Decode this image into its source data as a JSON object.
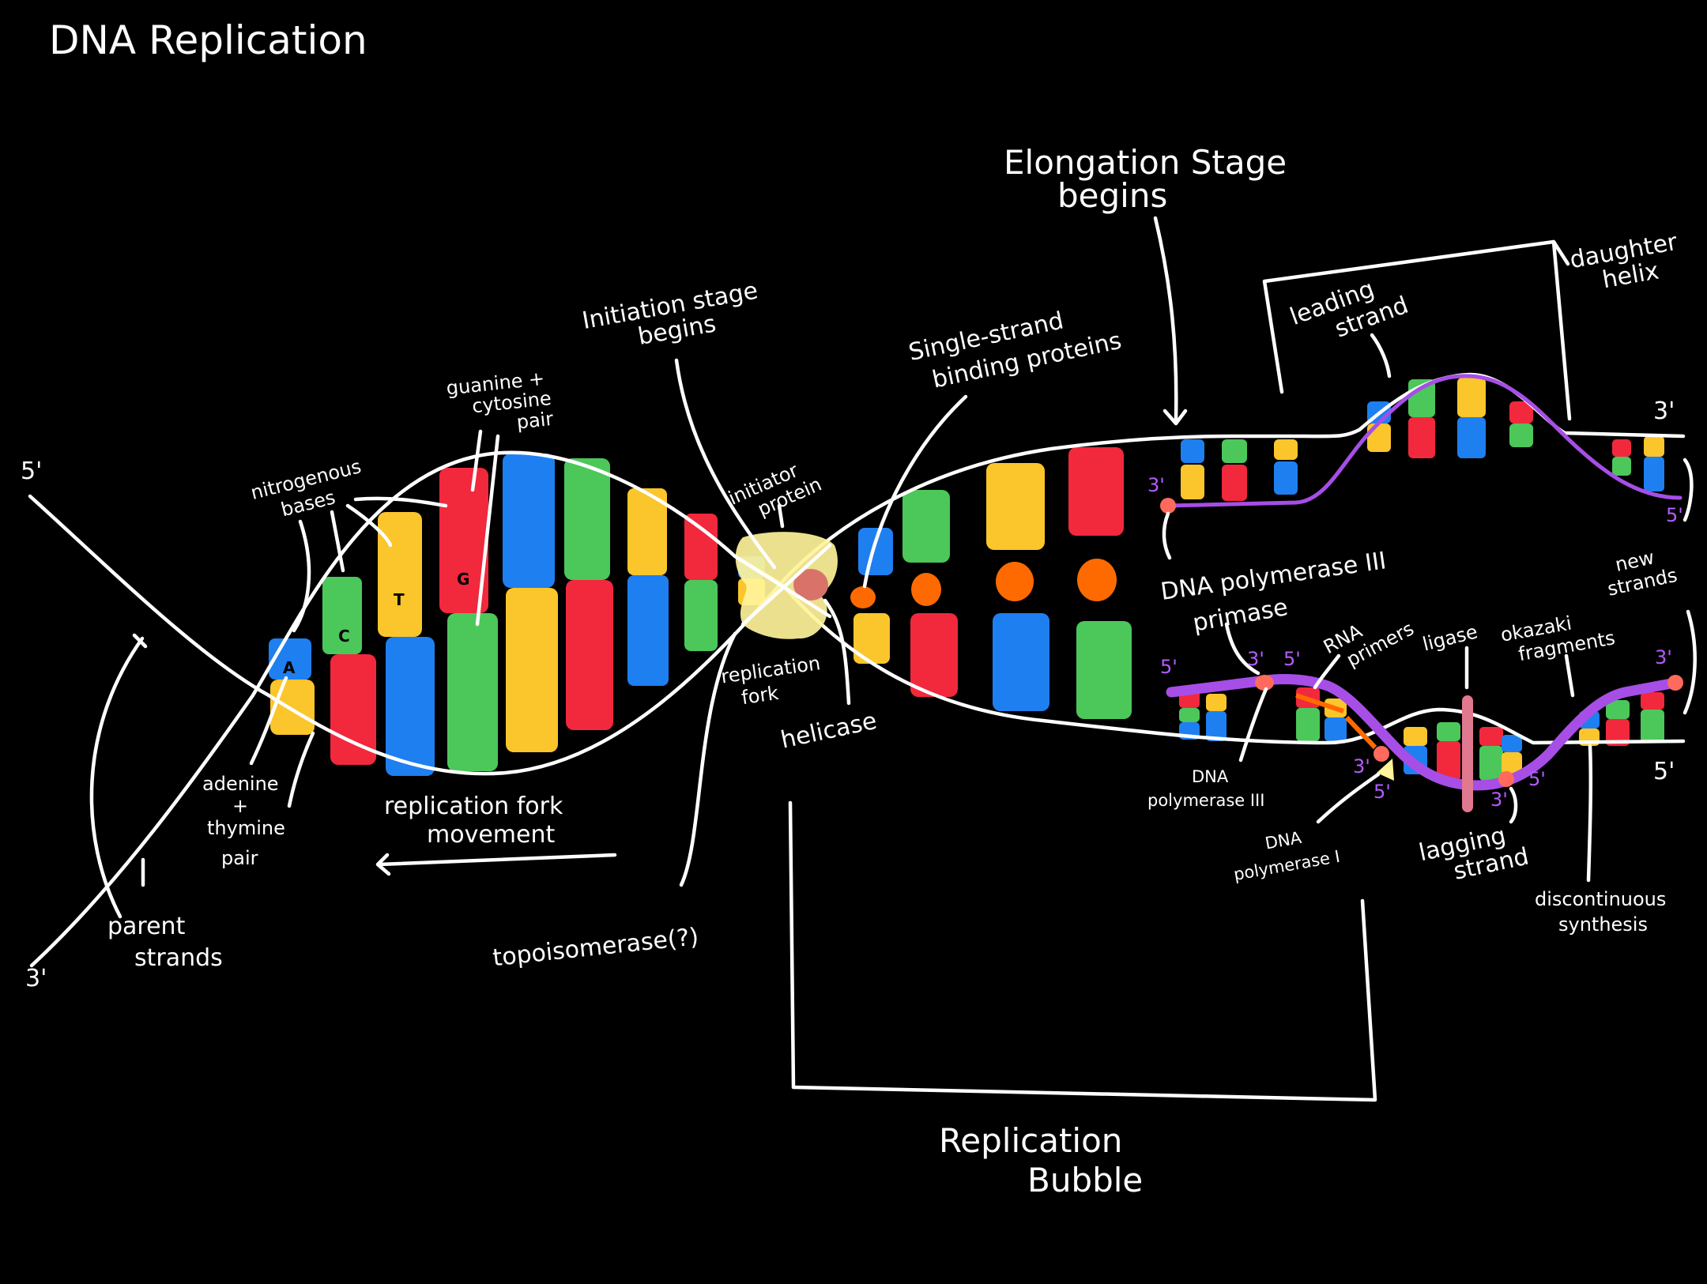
{
  "title": "DNA Replication",
  "colors": {
    "adenine_blue": "#1e7ff0",
    "thymine_yellow": "#fbc52c",
    "guanine_red": "#f2283c",
    "cytosine_green": "#4cc75a",
    "strand_white": "#ffffff",
    "new_strand_purple": "#a64ee6",
    "protein_orange": "#ff6a00",
    "initiator_yellow": "#fff39a",
    "helicase_pink": "#d9736a",
    "ligase_pink": "#e07890"
  },
  "base_letters": {
    "a": "A",
    "c": "C",
    "t": "T",
    "g": "G"
  },
  "labels": {
    "nitrogenous_bases": [
      "nitrogenous",
      "bases"
    ],
    "guanine_cytosine_pair": [
      "guanine +",
      "cytosine",
      "pair"
    ],
    "adenine_thymine_pair": [
      "adenine",
      "+",
      "thymine",
      "pair"
    ],
    "parent_strands": [
      "parent",
      "strands"
    ],
    "replication_fork_movement": [
      "replication fork",
      "movement"
    ],
    "topoisomerase": "topoisomerase(?)",
    "initiation_stage": [
      "Initiation stage",
      "begins"
    ],
    "initiator_protein": [
      "initiator",
      "protein"
    ],
    "replication_fork": [
      "replication",
      "fork"
    ],
    "helicase": "helicase",
    "single_strand_binding": [
      "Single-strand",
      "binding proteins"
    ],
    "elongation_stage": [
      "Elongation Stage",
      "begins"
    ],
    "leading_strand": [
      "leading",
      "strand"
    ],
    "daughter_helix": [
      "daughter",
      "helix"
    ],
    "dna_polymerase_iii_top": "DNA polymerase III",
    "new_strands": [
      "new",
      "strands"
    ],
    "primase": "primase",
    "rna_primers": [
      "RNA",
      "primers"
    ],
    "ligase": "ligase",
    "okazaki_fragments": [
      "okazaki",
      "fragments"
    ],
    "dna_polymerase_iii_bottom": [
      "DNA",
      "polymerase III"
    ],
    "dna_polymerase_i": [
      "DNA",
      "polymerase I"
    ],
    "lagging_strand": [
      "lagging",
      "strand"
    ],
    "discontinuous_synthesis": [
      "discontinuous",
      "synthesis"
    ],
    "replication_bubble": [
      "Replication",
      "Bubble"
    ]
  },
  "strand_ends": {
    "left_top": "5'",
    "left_bottom": "3'",
    "right_top": "3'",
    "right_bottom": "5'",
    "leading_start": "3'",
    "new_top_right": "5'",
    "lag_left_5": "5'",
    "lag_primer_3": "3'",
    "lag_primer_5": "5'",
    "lag_right_3": "3'",
    "pol1_3": "3'",
    "pol1_5": "5'",
    "ligase_3": "3'",
    "ligase_5": "5'"
  }
}
